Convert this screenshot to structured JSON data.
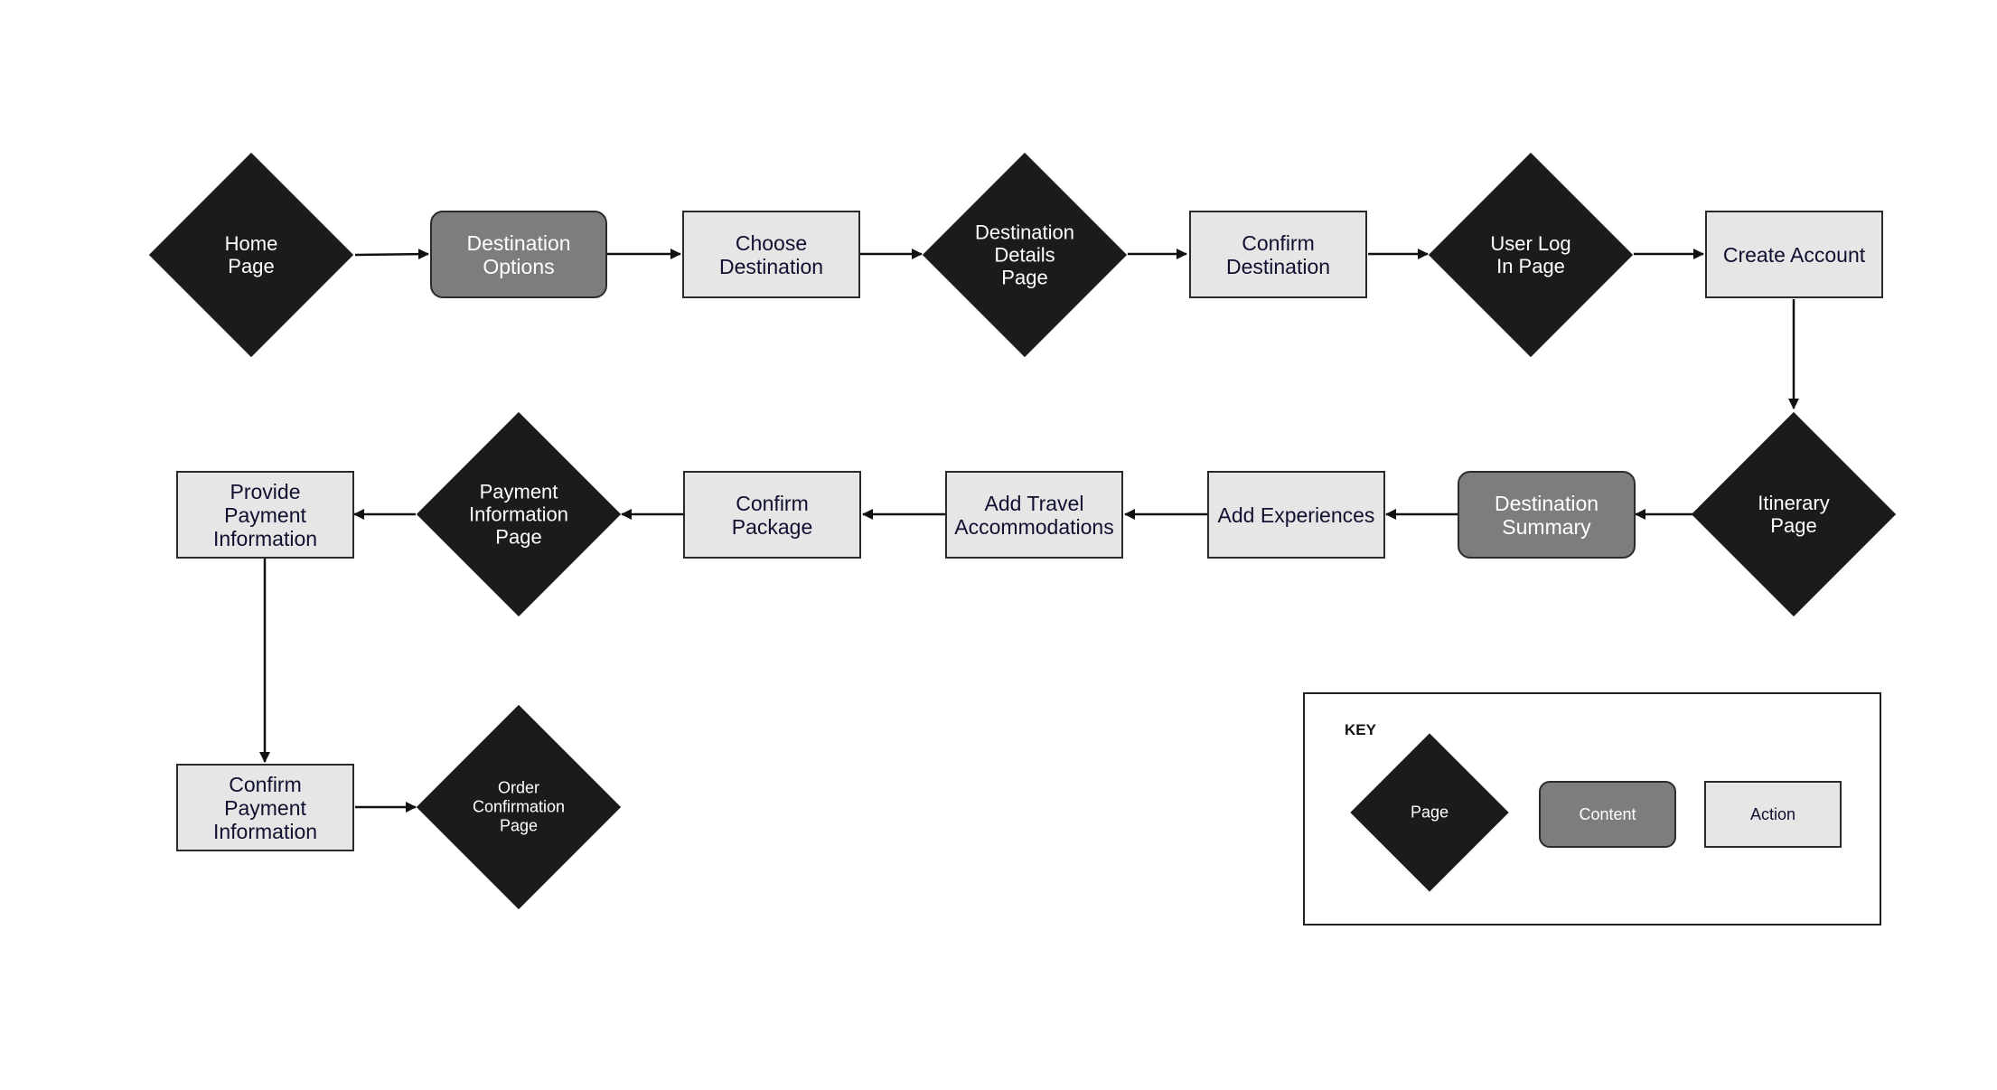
{
  "nodes": {
    "home_page": "Home\nPage",
    "destination_options": "Destination\nOptions",
    "choose_destination": "Choose\nDestination",
    "destination_details_page": "Destination\nDetails\nPage",
    "confirm_destination": "Confirm\nDestination",
    "user_log_in_page": "User Log\nIn Page",
    "create_account": "Create Account",
    "itinerary_page": "Itinerary\nPage",
    "destination_summary": "Destination\nSummary",
    "add_experiences": "Add Experiences",
    "add_travel_accommodations": "Add Travel\nAccommodations",
    "confirm_package": "Confirm\nPackage",
    "payment_information_page": "Payment\nInformation\nPage",
    "provide_payment_information": "Provide\nPayment\nInformation",
    "confirm_payment_information": "Confirm\nPayment\nInformation",
    "order_confirmation_page": "Order\nConfirmation\nPage"
  },
  "key": {
    "title": "KEY",
    "page_label": "Page",
    "content_label": "Content",
    "action_label": "Action"
  },
  "colors": {
    "page_fill": "#1b1b1b",
    "content_fill": "#7d7d7d",
    "action_fill": "#e6e6e6",
    "stroke": "#2b2b2b"
  }
}
